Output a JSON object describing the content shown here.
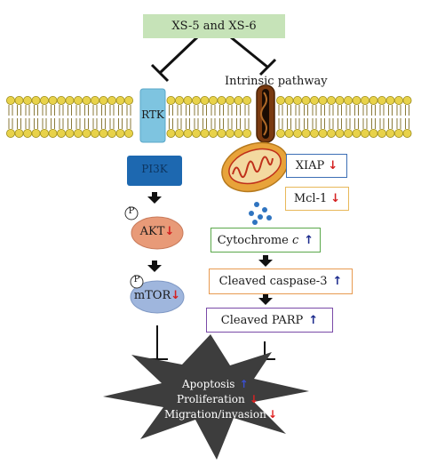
{
  "top_label": "XS-5 and XS-6",
  "pathway_label": "Intrinsic pathway",
  "left_branch": {
    "rtk": "RTK",
    "pi3k": "PI3K",
    "akt": "AKT",
    "mtor": "mTOR",
    "phospho": "P"
  },
  "right_branch": {
    "xiap": "XIAP",
    "mcl1": "Mcl-1",
    "cytochrome": "Cytochrome",
    "cytochrome_c": "c",
    "caspase": "Cleaved caspase-3",
    "parp": "Cleaved PARP"
  },
  "outcomes": {
    "apoptosis": "Apoptosis",
    "proliferation": "Proliferation",
    "migration": "Migration/invasion"
  },
  "arrows": {
    "up": "↑",
    "down": "↓"
  },
  "colors": {
    "top_box": "#c6e3b8",
    "rtk": "#7ec4e0",
    "pi3k": "#1d68b0",
    "akt": "#e89a78",
    "mtor": "#9fb6dd",
    "mito": "#e8a33a",
    "up_arrow": "#1b2a8c",
    "down_arrow": "#d42020",
    "star": "#3d3d3d"
  }
}
